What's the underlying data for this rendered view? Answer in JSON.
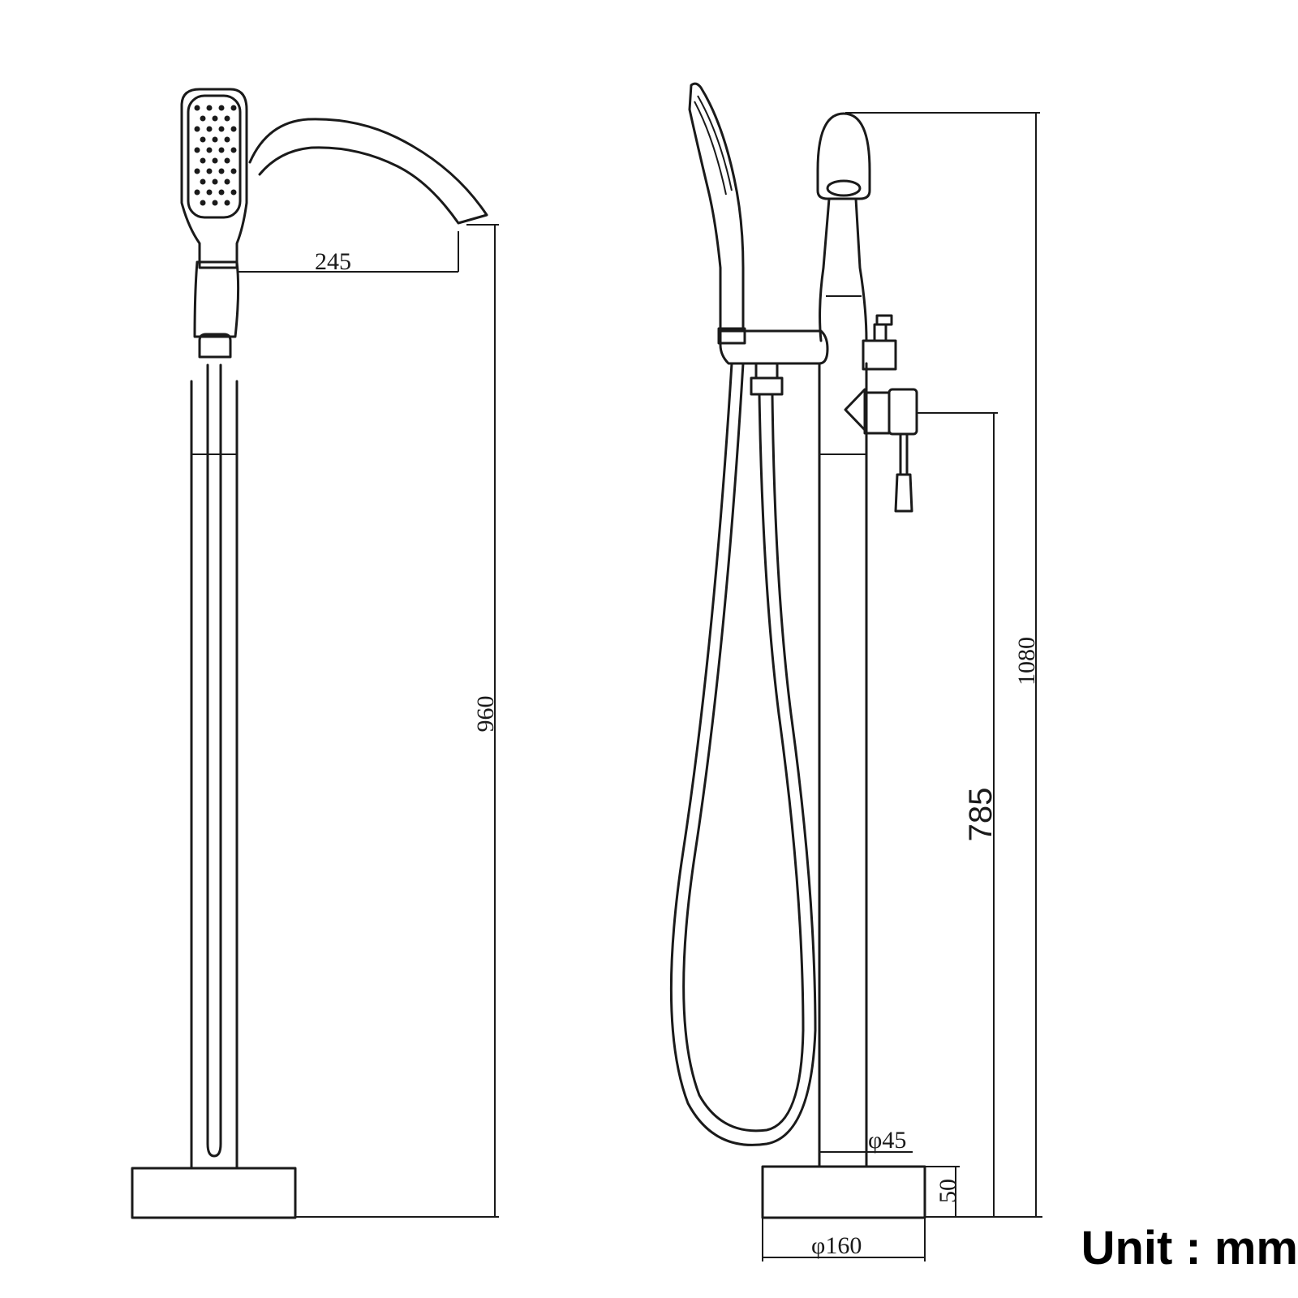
{
  "dimensions": {
    "spout_reach": "245",
    "spout_height": "960",
    "total_height": "1080",
    "handle_height": "785",
    "pipe_diameter": "φ45",
    "base_height": "50",
    "base_diameter": "φ160"
  },
  "unit_label": "Unit : mm"
}
